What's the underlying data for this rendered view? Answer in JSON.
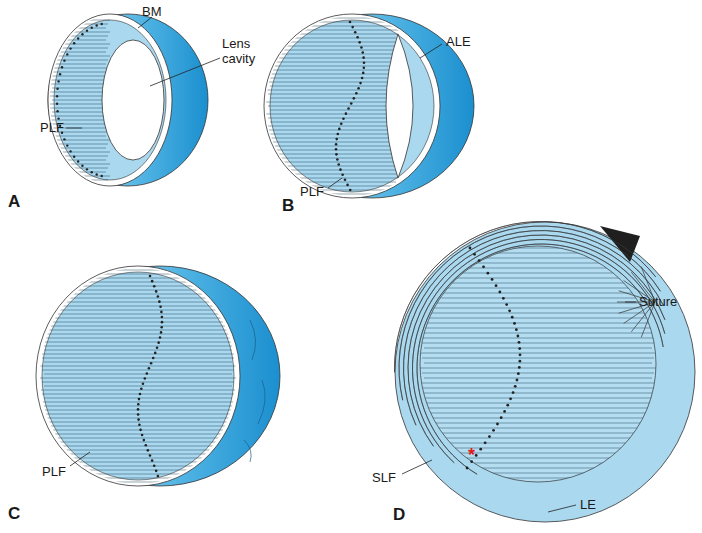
{
  "diagram": {
    "labels": [
      "BM",
      "Lens cavity",
      "PLF",
      "A",
      "ALE",
      "PLF",
      "B",
      "PLF",
      "C",
      "Suture",
      "SLF",
      "*",
      "LE",
      "D"
    ]
  }
}
